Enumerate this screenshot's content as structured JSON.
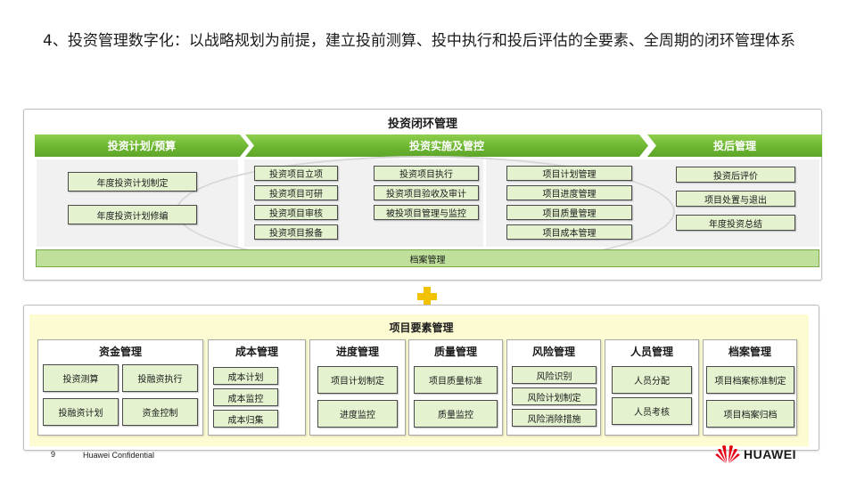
{
  "page": {
    "title": "4、投资管理数字化：以战略规划为前提，建立投前测算、投中执行和投后评估的全要素、全周期的闭环管理体系"
  },
  "top_panel": {
    "title": "投资闭环管理",
    "phases": [
      "投资计划/预算",
      "投资实施及管控",
      "投后管理"
    ],
    "planning": [
      "年度投资计划制定",
      "年度投资计划修编"
    ],
    "impl_col1": [
      "投资项目立项",
      "投资项目可研",
      "投资项目审核",
      "投资项目报备"
    ],
    "impl_col2": [
      "投资项目执行",
      "投资项目验收及审计",
      "被投项目管理与监控"
    ],
    "impl_col3": [
      "项目计划管理",
      "项目进度管理",
      "项目质量管理",
      "项目成本管理"
    ],
    "post": [
      "投资后评价",
      "项目处置与退出",
      "年度投资总结"
    ],
    "archive": "档案管理"
  },
  "bottom_panel": {
    "title": "项目要素管理",
    "groups": [
      {
        "title": "资金管理",
        "items": [
          "投资测算",
          "投融资执行",
          "投融资计划",
          "资金控制"
        ]
      },
      {
        "title": "成本管理",
        "items": [
          "成本计划",
          "成本监控",
          "成本归集"
        ]
      },
      {
        "title": "进度管理",
        "items": [
          "项目计划制定",
          "进度监控"
        ]
      },
      {
        "title": "质量管理",
        "items": [
          "项目质量标准",
          "质量监控"
        ]
      },
      {
        "title": "风险管理",
        "items": [
          "风险识别",
          "风险计划制定",
          "风险消除措施"
        ]
      },
      {
        "title": "人员管理",
        "items": [
          "人员分配",
          "人员考核"
        ]
      },
      {
        "title": "档案管理",
        "items": [
          "项目档案标准制定",
          "项目档案归档"
        ]
      }
    ]
  },
  "footer": {
    "page_number": "9",
    "confidential": "Huawei Confidential",
    "logo_text": "HUAWEI"
  },
  "colors": {
    "phase_green": "#6cb630",
    "box_fill": "#e4f2cf",
    "archive_fill": "#bfe09a",
    "bottom_background": "#fdfbd2",
    "plus_yellow": "#f2c200",
    "logo_red": "#e60012"
  },
  "icons": [
    "plus-icon",
    "huawei-logo-icon"
  ]
}
